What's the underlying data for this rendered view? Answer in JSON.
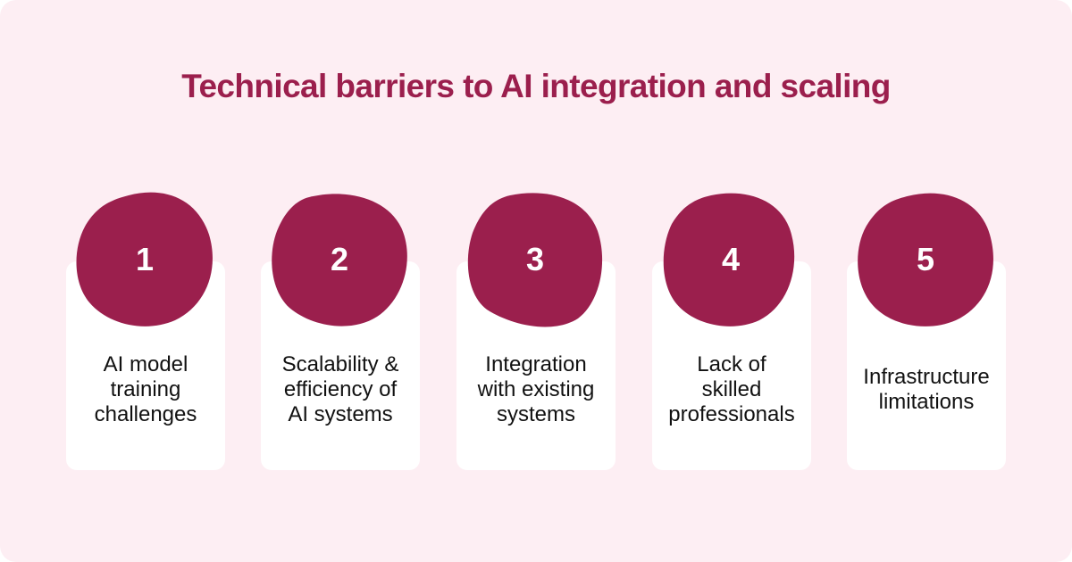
{
  "title": "Technical barriers to AI integration and scaling",
  "colors": {
    "background": "#fdeef3",
    "accent": "#9b1f4d",
    "card": "#ffffff",
    "text": "#111111"
  },
  "steps": [
    {
      "number": "1",
      "label": "AI model\ntraining\nchallenges"
    },
    {
      "number": "2",
      "label": "Scalability &\nefficiency of\nAI systems"
    },
    {
      "number": "3",
      "label": "Integration\nwith existing\nsystems"
    },
    {
      "number": "4",
      "label": "Lack of\nskilled\nprofessionals"
    },
    {
      "number": "5",
      "label": "Infrastructure\nlimitations"
    }
  ]
}
